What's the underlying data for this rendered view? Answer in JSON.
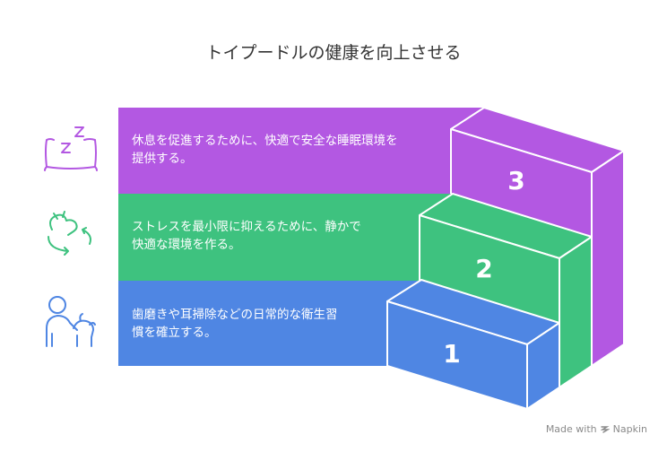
{
  "title": "トイプードルの健康を向上させる",
  "colors": {
    "step1": "#4f86e3",
    "step2": "#3ec27f",
    "step3": "#b358e2",
    "edge": "#ffffff"
  },
  "steps": [
    {
      "number": "1",
      "line1": "歯磨きや耳掃除などの日常的な衛生習",
      "line2": "慣を確立する。",
      "icon": "person-with-dog-icon"
    },
    {
      "number": "2",
      "line1": "ストレスを最小限に抑えるために、静かで",
      "line2": "快適な環境を作る。",
      "icon": "dog-with-cycle-arrows-icon"
    },
    {
      "number": "3",
      "line1": "休息を促進するために、快適で安全な睡眠環境を",
      "line2": "提供する。",
      "icon": "sleeping-pillow-icon"
    }
  ],
  "credit": {
    "text": "Made with",
    "brand": "Napkin",
    "icon": "napkin-logo-icon"
  }
}
